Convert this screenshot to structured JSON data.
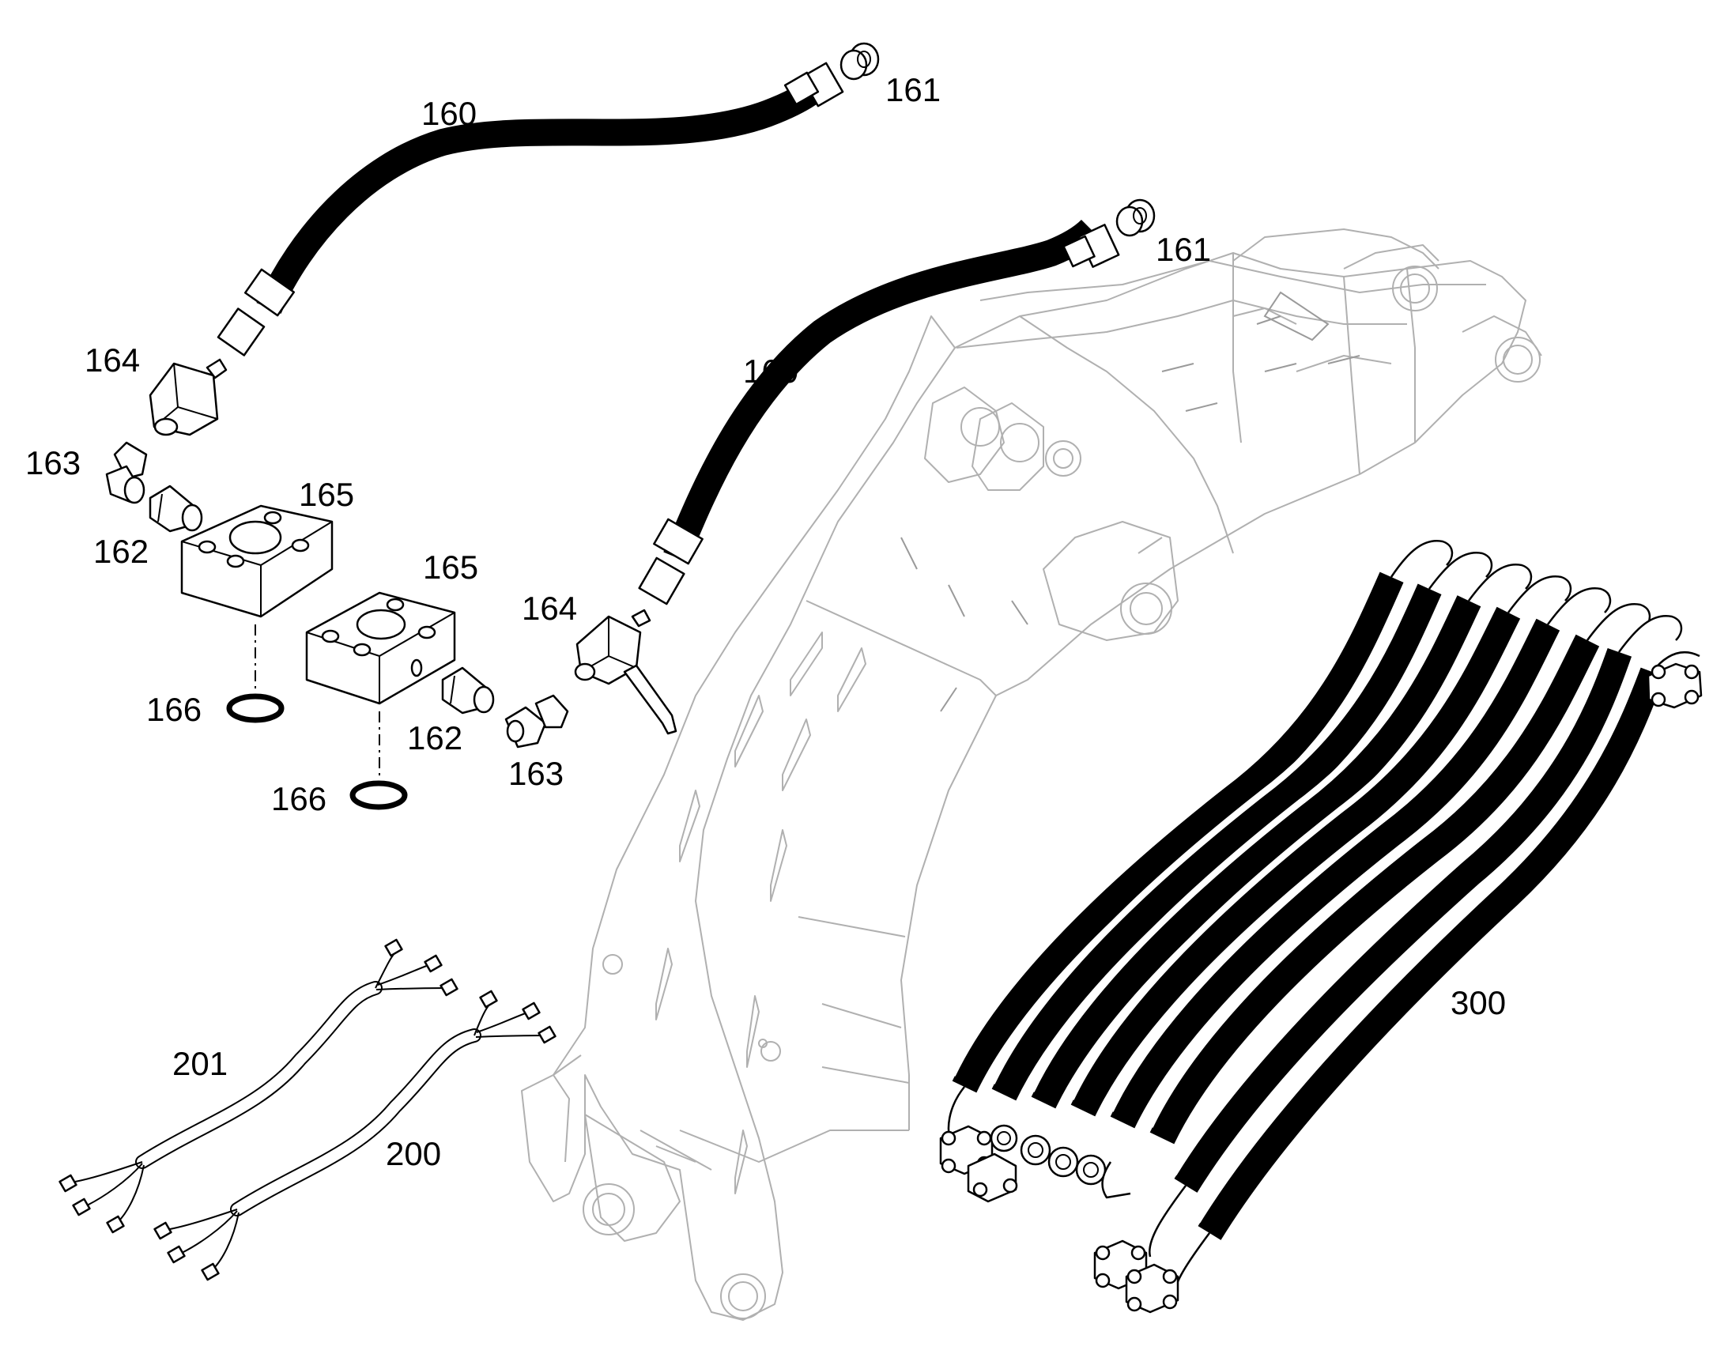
{
  "diagram": {
    "callouts": [
      {
        "id": "c160a",
        "text": "160"
      },
      {
        "id": "c161a",
        "text": "161"
      },
      {
        "id": "c160b",
        "text": "160"
      },
      {
        "id": "c161b",
        "text": "161"
      },
      {
        "id": "c164a",
        "text": "164"
      },
      {
        "id": "c163a",
        "text": "163"
      },
      {
        "id": "c165a",
        "text": "165"
      },
      {
        "id": "c162a",
        "text": "162"
      },
      {
        "id": "c165b",
        "text": "165"
      },
      {
        "id": "c164b",
        "text": "164"
      },
      {
        "id": "c166a",
        "text": "166"
      },
      {
        "id": "c162b",
        "text": "162"
      },
      {
        "id": "c163b",
        "text": "163"
      },
      {
        "id": "c166b",
        "text": "166"
      },
      {
        "id": "c300",
        "text": "300"
      },
      {
        "id": "c201",
        "text": "201"
      },
      {
        "id": "c200",
        "text": "200"
      }
    ]
  }
}
